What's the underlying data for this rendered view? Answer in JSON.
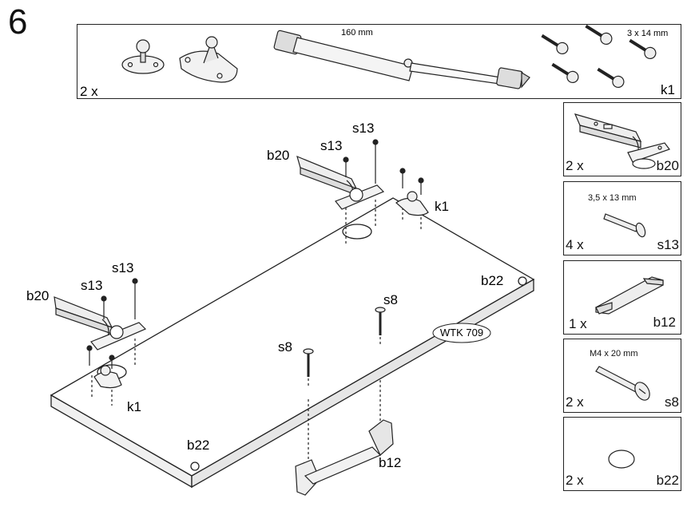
{
  "step_number": "6",
  "parts_box": {
    "quantity": "2 x",
    "piston_length": "160 mm",
    "screw_size": "3 x 14 mm",
    "code": "k1"
  },
  "side_panels": [
    {
      "quantity": "2 x",
      "code": "b20",
      "size": ""
    },
    {
      "quantity": "4 x",
      "code": "s13",
      "size": "3,5 x 13 mm"
    },
    {
      "quantity": "1 x",
      "code": "b12",
      "size": ""
    },
    {
      "quantity": "2 x",
      "code": "s8",
      "size": "M4 x 20 mm"
    },
    {
      "quantity": "2 x",
      "code": "b22",
      "size": ""
    }
  ],
  "main": {
    "s13_top_a": "s13",
    "s13_top_b": "s13",
    "b20_top": "b20",
    "k1_top": "k1",
    "s13_left_a": "s13",
    "s13_left_b": "s13",
    "b20_left": "b20",
    "k1_left": "k1",
    "s8_right": "s8",
    "s8_left": "s8",
    "b22_right": "b22",
    "b22_left": "b22",
    "b12": "b12",
    "product_code": "WTK 709"
  }
}
